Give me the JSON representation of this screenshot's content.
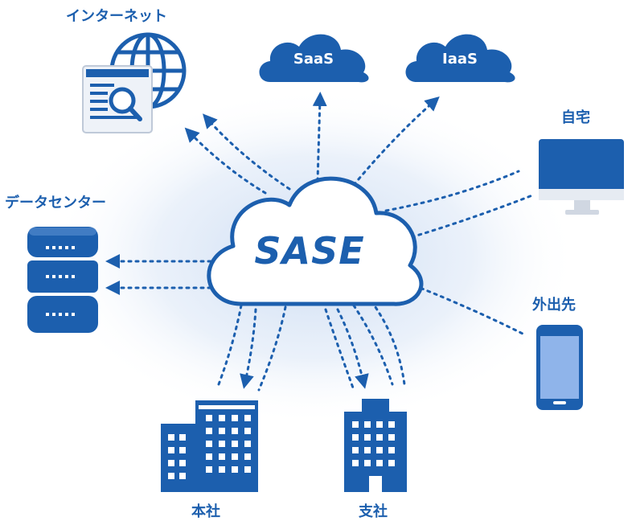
{
  "colors": {
    "primary": "#1c5fae",
    "primary_dark": "#174f92",
    "screen": "#8fb4ea",
    "glow": "#c9daf2"
  },
  "center": {
    "label": "SASE",
    "icon": "cloud-icon"
  },
  "clouds": [
    {
      "label": "SaaS",
      "icon": "cloud-icon"
    },
    {
      "label": "IaaS",
      "icon": "cloud-icon"
    }
  ],
  "nodes": {
    "internet": {
      "label": "インターネット",
      "icon": "globe-browser-search-icon"
    },
    "datacenter": {
      "label": "データセンター",
      "icon": "server-icon"
    },
    "home": {
      "label": "自宅",
      "icon": "monitor-icon"
    },
    "mobile": {
      "label": "外出先",
      "icon": "smartphone-icon"
    },
    "hq": {
      "label": "本社",
      "icon": "headquarters-building-icon"
    },
    "branch": {
      "label": "支社",
      "icon": "branch-building-icon"
    }
  }
}
